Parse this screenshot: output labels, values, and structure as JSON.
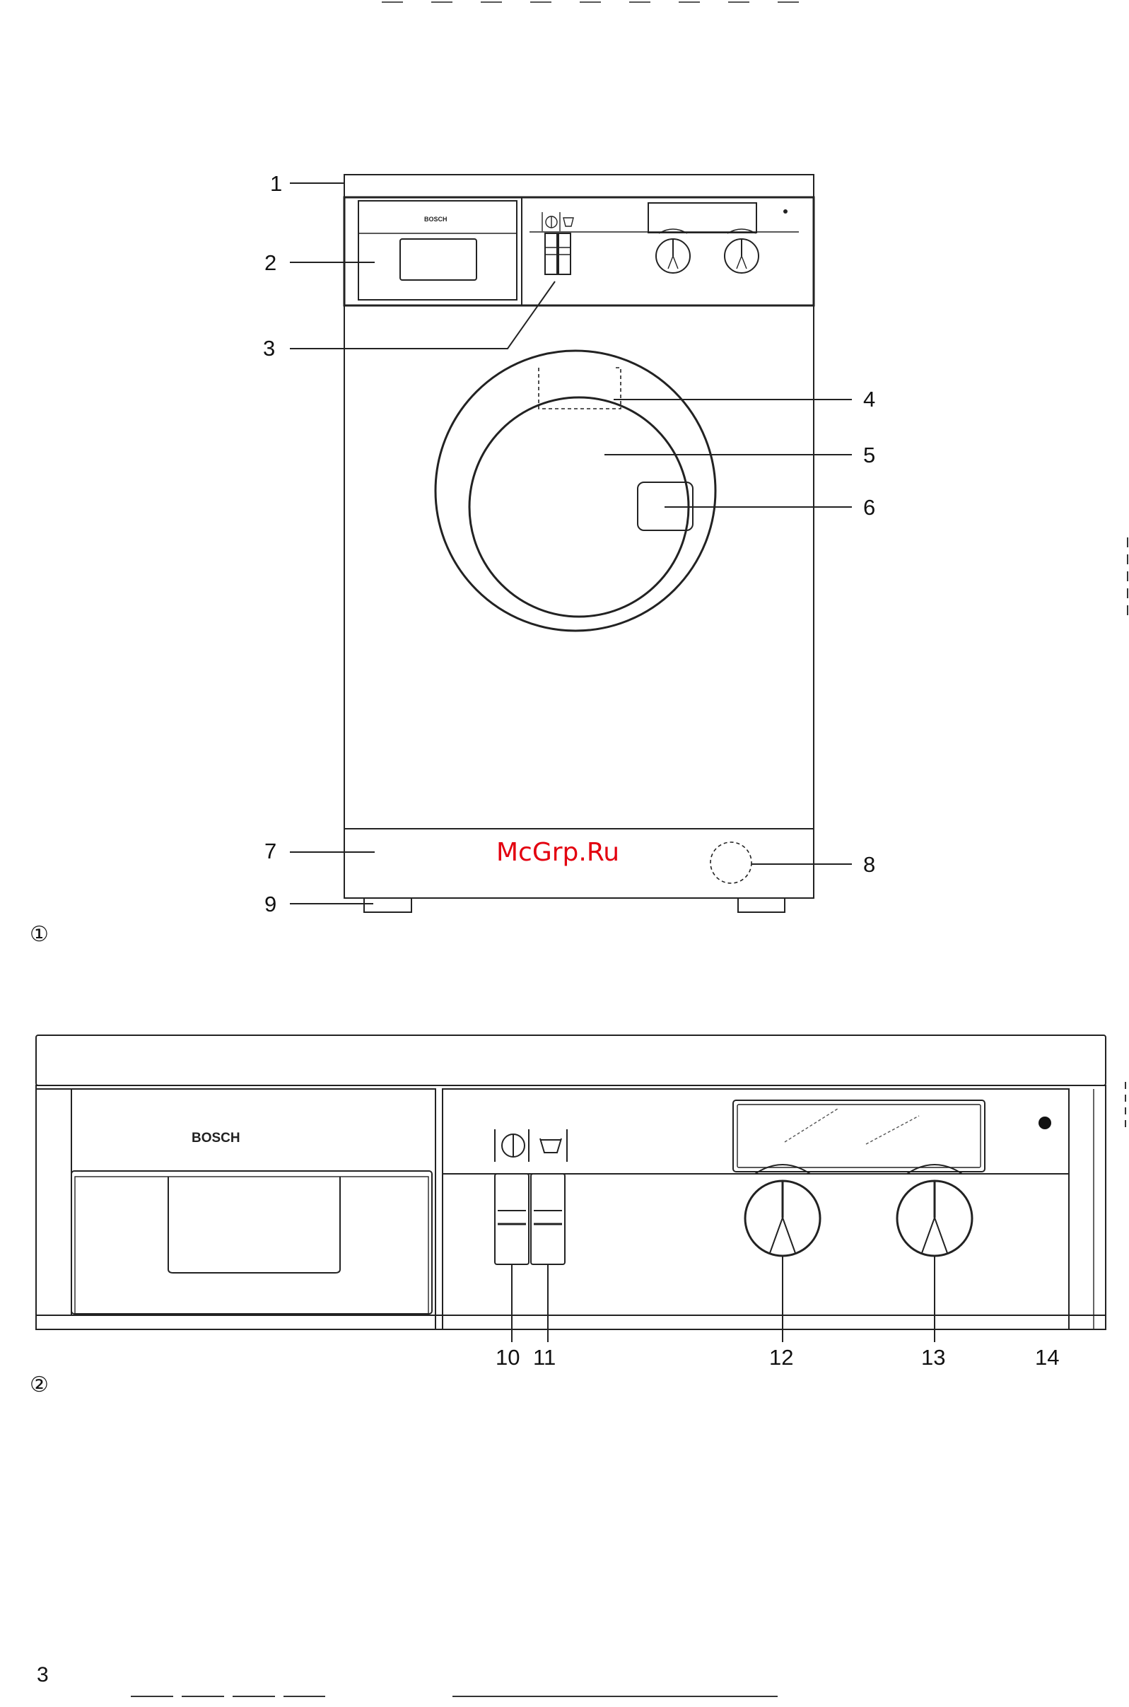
{
  "watermark": "McGrp.Ru",
  "page_number": "3",
  "figure1": {
    "number": "①",
    "brand": "BOSCH",
    "callouts": [
      "1",
      "2",
      "3",
      "4",
      "5",
      "6",
      "7",
      "8",
      "9"
    ]
  },
  "figure2": {
    "number": "②",
    "brand": "BOSCH",
    "callouts": [
      "10",
      "11",
      "12",
      "13",
      "14"
    ]
  },
  "icons": {
    "power_button_symbol": "power-symbol-icon",
    "wash_button_symbol": "wash-tub-icon"
  }
}
